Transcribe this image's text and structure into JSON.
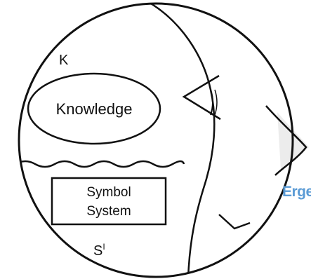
{
  "diagram": {
    "k_label": "K",
    "knowledge_label": "Knowledge",
    "symbol_label_line1": "Symbol",
    "symbol_label_line2": "System",
    "s_label": "S",
    "s_superscript": "I"
  },
  "overlay": {
    "text": "Ergeb",
    "color": "#5b9bd5"
  },
  "colors": {
    "ink": "#111111",
    "background": "#ffffff"
  }
}
